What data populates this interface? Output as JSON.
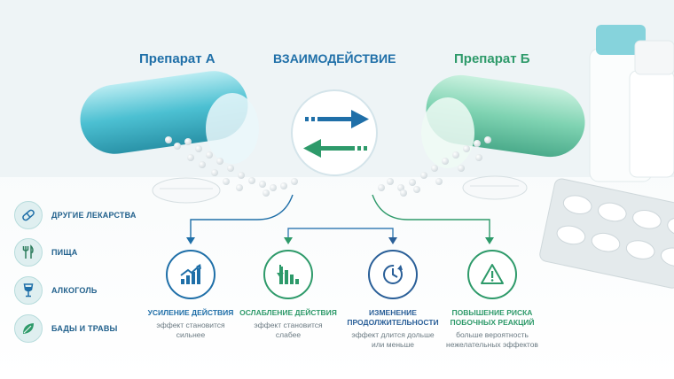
{
  "header": {
    "drug_a": "Препарат А",
    "interaction": "ВЗАИМОДЕЙСТВИЕ",
    "drug_b": "Препарат Б"
  },
  "categories": [
    {
      "icon": "pill-icon",
      "label": "ДРУГИЕ ЛЕКАРСТВА"
    },
    {
      "icon": "fork-knife-icon",
      "label": "ПИЩА"
    },
    {
      "icon": "wine-glass-icon",
      "label": "АЛКОГОЛЬ"
    },
    {
      "icon": "leaf-icon",
      "label": "БАДЫ И ТРАВЫ"
    }
  ],
  "effects": [
    {
      "icon": "chart-up-icon",
      "title_1": "УСИЛЕНИЕ ДЕЙСТВИЯ",
      "title_2": "",
      "desc_1": "эффект становится",
      "desc_2": "сильнее",
      "color": "#1f6fa8"
    },
    {
      "icon": "chart-down-icon",
      "title_1": "ОСЛАБЛЕНИЕ ДЕЙСТВИЯ",
      "title_2": "",
      "desc_1": "эффект становится",
      "desc_2": "слабее",
      "color": "#2e9a6a"
    },
    {
      "icon": "clock-icon",
      "title_1": "ИЗМЕНЕНИЕ",
      "title_2": "ПРОДОЛЖИТЕЛЬНОСТИ",
      "desc_1": "эффект длится дольше",
      "desc_2": "или меньше",
      "color": "#2a5f98"
    },
    {
      "icon": "warning-icon",
      "title_1": "ПОВЫШЕНИЕ РИСКА",
      "title_2": "ПОБОЧНЫХ РЕАКЦИЙ",
      "desc_1": "больше вероятность",
      "desc_2": "нежелательных эффектов",
      "color": "#2e9a6a"
    }
  ],
  "colors": {
    "blue": "#1f6fa8",
    "green": "#2e9a6a",
    "teal": "#3aa9bd"
  }
}
